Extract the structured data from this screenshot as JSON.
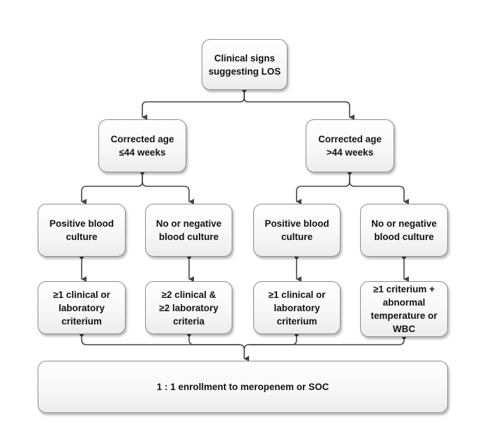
{
  "diagram": {
    "root": {
      "text": "Clinical signs\nsuggesting LOS"
    },
    "age_le": {
      "text": "Corrected age\n≤44 weeks"
    },
    "age_gt": {
      "text": "Corrected age\n>44 weeks"
    },
    "pos_culture_1": {
      "text": "Positive blood\nculture"
    },
    "neg_culture_1": {
      "text": "No or negative\nblood culture"
    },
    "pos_culture_2": {
      "text": "Positive blood\nculture"
    },
    "neg_culture_2": {
      "text": "No or negative\nblood culture"
    },
    "criteria_1": {
      "text": "≥1 clinical or\nlaboratory\ncriterium"
    },
    "criteria_2": {
      "text": "≥2 clinical &\n≥2  laboratory\ncriteria"
    },
    "criteria_3": {
      "text": "≥1 clinical or\nlaboratory\ncriterium"
    },
    "criteria_4": {
      "text": "≥1 criterium +\nabnormal\ntemperature or\nWBC"
    },
    "enrollment": {
      "text": "1 : 1 enrollment to meropenem or SOC"
    }
  },
  "colors": {
    "connector": "#444444",
    "box_border": "#8a8a8a",
    "text": "#111111"
  }
}
